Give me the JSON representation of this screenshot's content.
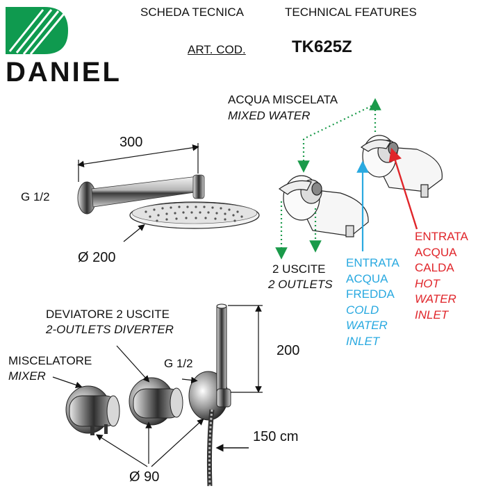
{
  "header": {
    "title_it": "SCHEDA TECNICA",
    "title_en": "TECHNICAL FEATURES",
    "art_cod_label": "ART. COD.",
    "art_cod_value": "TK625Z",
    "brand": "DANIEL",
    "brand_color": "#0f9a4f"
  },
  "shower_head": {
    "arm_length": "300",
    "thread": "G 1/2",
    "diameter": "Ø 200"
  },
  "valve": {
    "mixed_water_it": "ACQUA MISCELATA",
    "mixed_water_en": "MIXED WATER",
    "outlets_it": "2 USCITE",
    "outlets_en": "2 OUTLETS",
    "cold_inlet": [
      "ENTRATA",
      "ACQUA",
      "FREDDA",
      "COLD",
      "WATER",
      "INLET"
    ],
    "hot_inlet": [
      "ENTRATA",
      "ACQUA",
      "CALDA",
      "HOT",
      "WATER",
      "INLET"
    ],
    "colors": {
      "mixed": "#1a9a4a",
      "cold": "#29a9e0",
      "hot": "#e0252a"
    }
  },
  "controls": {
    "diverter_it": "DEVIATORE 2 USCITE",
    "diverter_en": "2-OUTLETS  DIVERTER",
    "mixer_it": "MISCELATORE",
    "mixer_en": "MIXER",
    "thread": "G 1/2",
    "hand_shower_height": "200",
    "hose_length": "150 cm",
    "plate_diameter": "Ø 90"
  }
}
